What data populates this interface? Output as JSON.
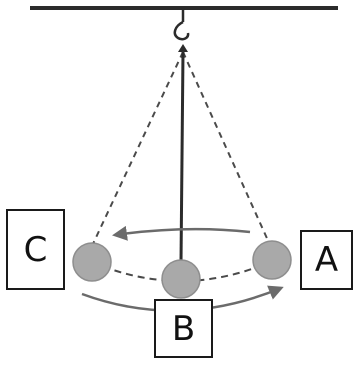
{
  "labels": {
    "a": "A",
    "b": "B",
    "c": "C"
  },
  "colors": {
    "bob": "#a9a9a9",
    "bob_edge": "#8e8e8e",
    "string": "#2b2b2b",
    "dashed_path": "#4a4a4a",
    "arrow": "#6b6b6b",
    "ceiling": "#2b2b2b",
    "box_border": "#1a1a1a"
  },
  "icons": {
    "hook": "hook-icon",
    "bob": "circle"
  }
}
